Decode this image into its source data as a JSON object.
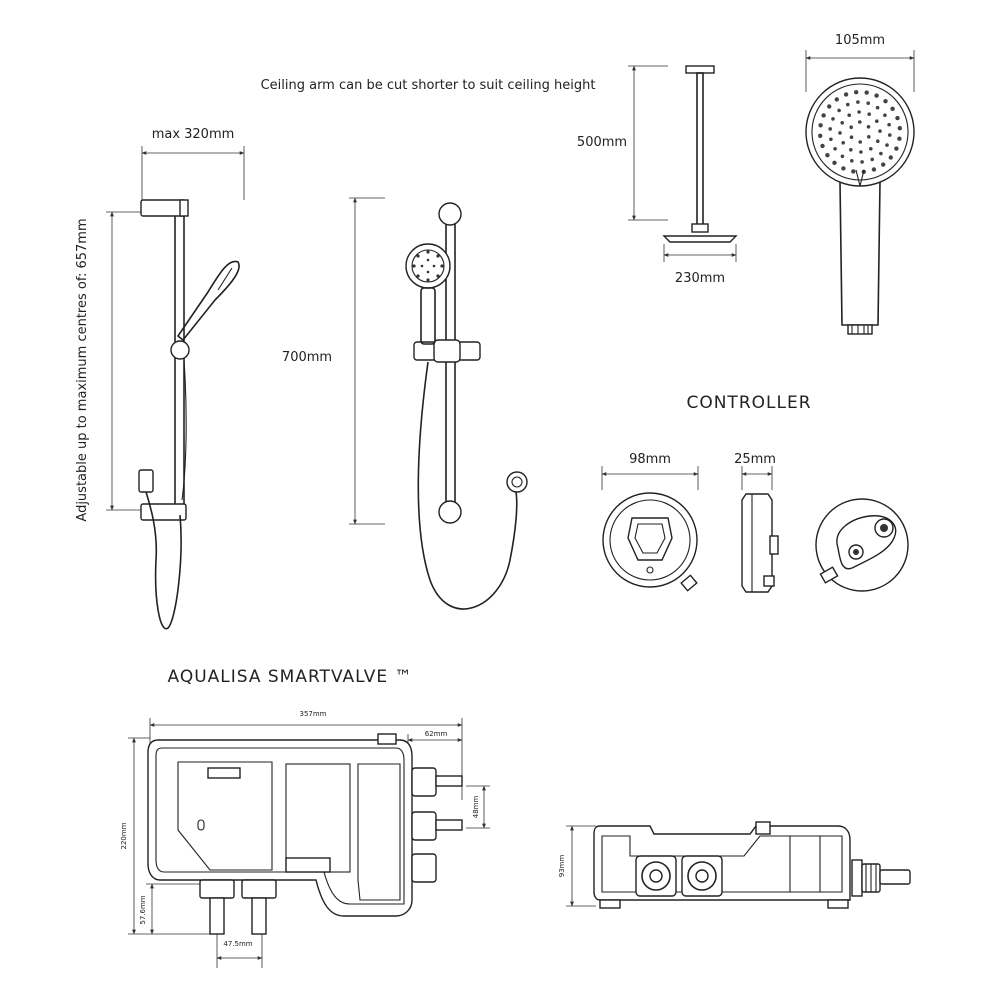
{
  "notes": {
    "ceiling_arm": "Ceiling arm can be cut shorter to suit ceiling height",
    "adjustable": "Adjustable up to maximum centres of: 657mm"
  },
  "dims": {
    "max_width": "max 320mm",
    "rail_height": "700mm",
    "arm_height": "500mm",
    "head_width": "230mm",
    "handset_width": "105mm",
    "controller_width": "98mm",
    "controller_depth": "25mm",
    "valve_width": "357mm",
    "valve_outlet": "62mm",
    "valve_height": "220mm",
    "valve_pitch": "48mm",
    "valve_lower": "57.6mm",
    "valve_spacing": "47.5mm",
    "valve_depth": "93mm"
  },
  "headings": {
    "controller": "CONTROLLER",
    "valve": "AQUALISA SMARTVALVE ™"
  },
  "colors": {
    "line": "#222222",
    "background": "#ffffff"
  }
}
